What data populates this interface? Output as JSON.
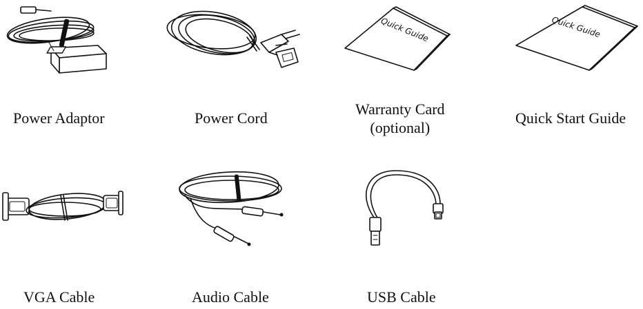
{
  "items": [
    {
      "label": "Power Adaptor",
      "icon": "power-adaptor-icon"
    },
    {
      "label": "Power Cord",
      "icon": "power-cord-icon"
    },
    {
      "label": "Warranty Card",
      "label_line2": "(optional)",
      "icon": "booklet-icon",
      "booklet_text": "Quick Guide"
    },
    {
      "label": "Quick Start Guide",
      "icon": "booklet-icon",
      "booklet_text": "Quick Guide"
    },
    {
      "label": "VGA Cable",
      "icon": "vga-cable-icon"
    },
    {
      "label": "Audio Cable",
      "icon": "audio-cable-icon"
    },
    {
      "label": "USB Cable",
      "icon": "usb-cable-icon"
    }
  ]
}
